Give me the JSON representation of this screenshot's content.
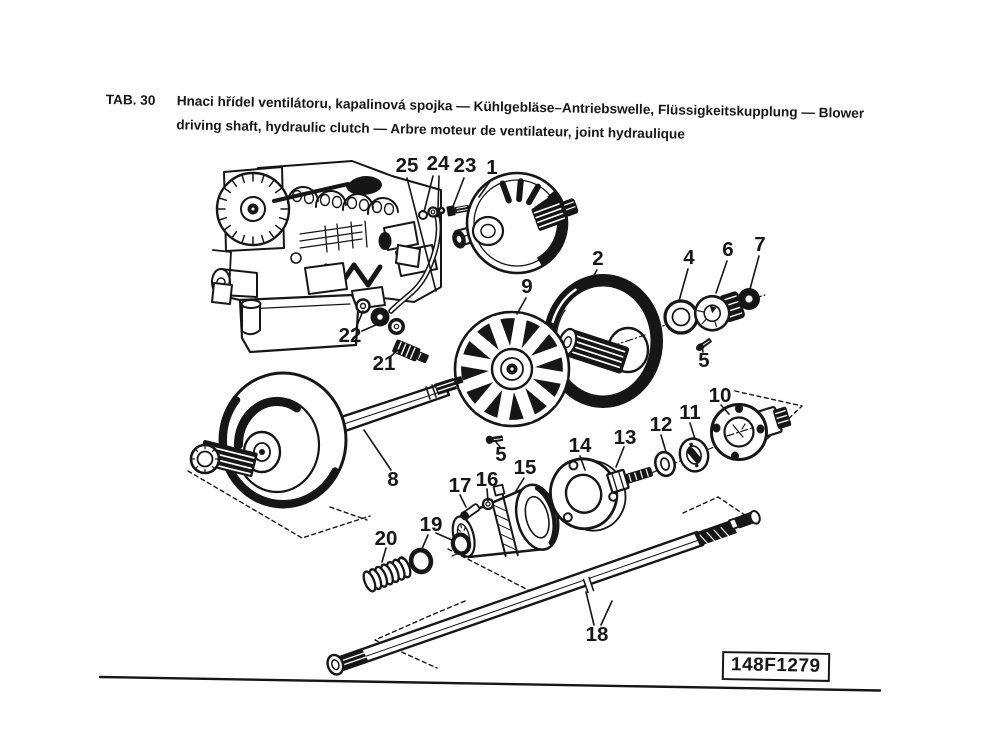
{
  "page": {
    "background": "#ffffff",
    "ink": "#161616"
  },
  "header": {
    "tab_label": "TAB. 30",
    "title_line1": "Hnaci hřídel ventilátoru, kapalinová spojka — Kühlgebläse–Antriebswelle, Flüssigkeitskupplung — Blower",
    "title_line2": "driving shaft, hydraulic clutch — Arbre moteur de ventilateur, joint hydraulique"
  },
  "figure": {
    "reference_code": "148F1279",
    "part_labels": [
      "25",
      "24",
      "23",
      "1",
      "2",
      "9",
      "4",
      "6",
      "7",
      "5",
      "22",
      "21",
      "8",
      "5",
      "14",
      "13",
      "12",
      "11",
      "10",
      "17",
      "16",
      "15",
      "19",
      "20",
      "18"
    ]
  }
}
